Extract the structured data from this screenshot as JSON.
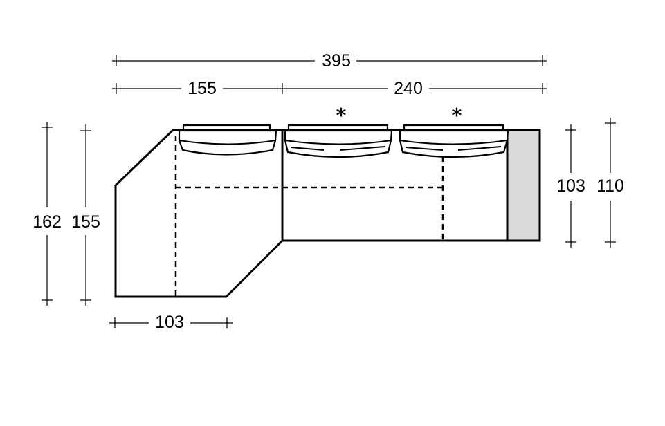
{
  "dimensions": {
    "total_width": "395",
    "left_module_width": "155",
    "right_module_width": "240",
    "left_total_depth": "162",
    "left_seat_depth": "155",
    "bottom_width": "103",
    "right_seat_depth": "103",
    "right_total_depth": "110"
  },
  "markers": {
    "seat_2": "*",
    "seat_3": "*"
  },
  "colors": {
    "line": "#000000",
    "armrest_fill": "#d9d9d9"
  }
}
